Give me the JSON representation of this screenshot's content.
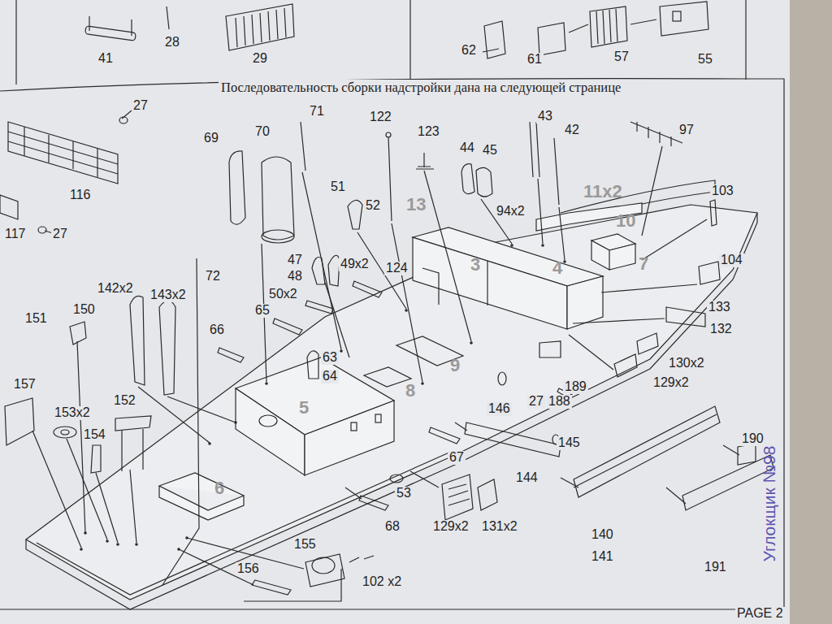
{
  "diagram": {
    "title": "Последовательность сборки надстройки дана на следующей странице",
    "labels": [
      "41",
      "28",
      "29",
      "62",
      "61",
      "57",
      "55",
      "27",
      "116",
      "117",
      "27",
      "69",
      "70",
      "71",
      "122",
      "123",
      "44",
      "45",
      "43",
      "42",
      "97",
      "51",
      "52",
      "13",
      "11x2",
      "94x2",
      "103",
      "10",
      "3",
      "4",
      "7",
      "104",
      "72",
      "47",
      "48",
      "49x2",
      "124",
      "142x2",
      "143x2",
      "50x2",
      "133",
      "132",
      "151",
      "150",
      "65",
      "66",
      "63",
      "64",
      "9",
      "130x2",
      "129x2",
      "189",
      "188",
      "27",
      "8",
      "157",
      "152",
      "153x2",
      "146",
      "145",
      "154",
      "5",
      "190",
      "67",
      "144",
      "6",
      "53",
      "68",
      "129x2",
      "131x2",
      "140",
      "141",
      "191",
      "155",
      "156",
      "102 x2",
      "PAGE 2",
      "Углокщик №98"
    ]
  }
}
